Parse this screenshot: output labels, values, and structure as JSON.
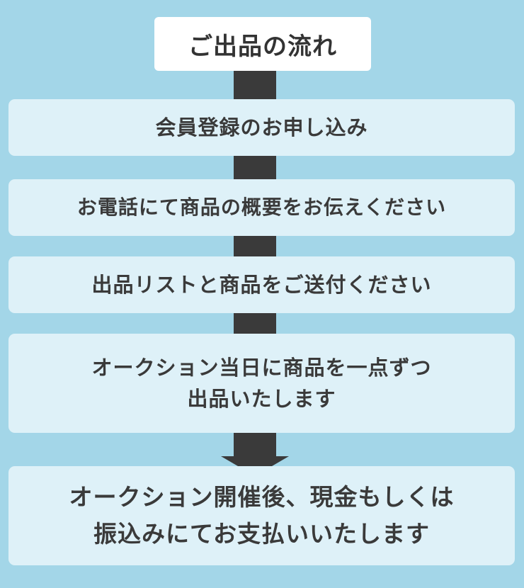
{
  "title": "ご出品の流れ",
  "steps": [
    {
      "lines": [
        "会員登録のお申し込み"
      ]
    },
    {
      "lines": [
        "お電話にて商品の概要をお伝えください"
      ]
    },
    {
      "lines": [
        "出品リストと商品をご送付ください"
      ]
    },
    {
      "lines": [
        "オークション当日に商品を一点ずつ",
        "出品いたします"
      ]
    },
    {
      "lines": [
        "オークション開催後、現金もしくは",
        "振込みにてお支払いいたします"
      ]
    }
  ],
  "colors": {
    "background": "#a3d6e8",
    "box": "#def1f8",
    "title_box": "#ffffff",
    "connector": "#3a3a3a",
    "text": "#3a3a3a"
  }
}
